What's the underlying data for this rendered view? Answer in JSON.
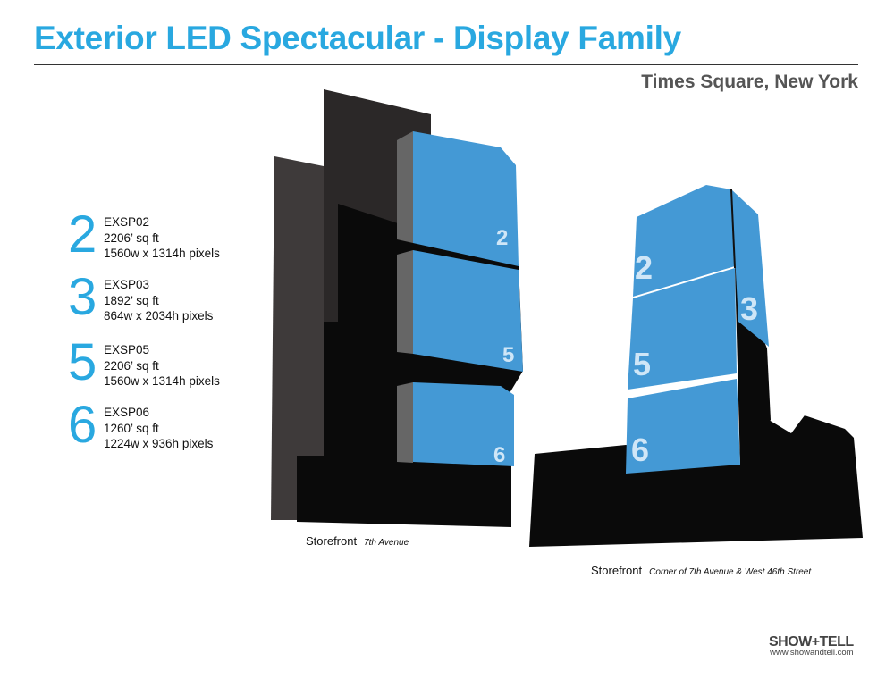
{
  "header": {
    "title": "Exterior LED Spectacular - Display Family",
    "location": "Times Square, New York"
  },
  "specs": [
    {
      "number": "2",
      "code": "EXSP02",
      "area": "2206’ sq ft",
      "resolution": "1560w x 1314h pixels"
    },
    {
      "number": "3",
      "code": "EXSP03",
      "area": "1892’ sq ft",
      "resolution": "864w x 2034h pixels"
    },
    {
      "number": "5",
      "code": "EXSP05",
      "area": "2206’ sq ft",
      "resolution": "1560w x 1314h pixels"
    },
    {
      "number": "6",
      "code": "EXSP06",
      "area": "1260’ sq ft",
      "resolution": "1224w x 936h pixels"
    }
  ],
  "left_view": {
    "label": "Storefront",
    "sublabel": "7th Avenue",
    "panels": [
      "2",
      "5",
      "6"
    ]
  },
  "right_view": {
    "label": "Storefront",
    "sublabel": "Corner of 7th Avenue & West 46th Street",
    "panels": [
      "2",
      "3",
      "5",
      "6"
    ]
  },
  "footer": {
    "brand": "SHOW+TELL",
    "url": "www.showandtell.com"
  },
  "colors": {
    "accent": "#29a8e0",
    "panel": "#4499d5",
    "building": "#0a0a0a",
    "slab": "#3e3a3a"
  }
}
